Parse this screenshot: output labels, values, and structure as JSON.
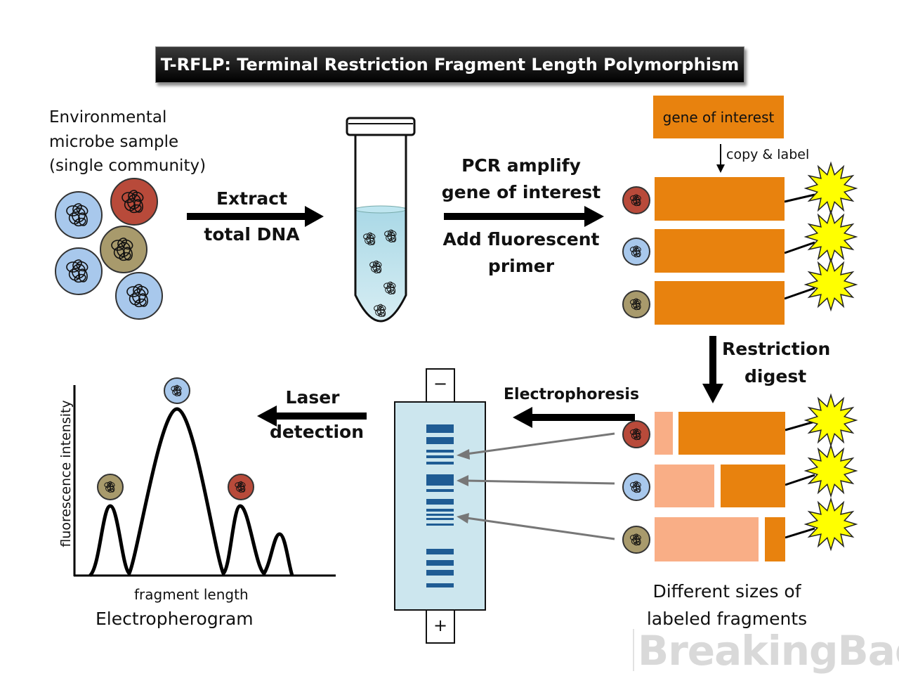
{
  "title": "T-RFLP: Terminal Restriction Fragment Length Polymorphism",
  "sample": {
    "line1": "Environmental",
    "line2": "microbe sample",
    "line3": "(single community)"
  },
  "extract": {
    "line1": "Extract",
    "line2": "total DNA"
  },
  "pcr": {
    "line1": "PCR amplify",
    "line2": "gene of interest",
    "line3": "Add fluorescent",
    "line4": "primer"
  },
  "gene": {
    "label": "gene of interest",
    "copy": "copy & label"
  },
  "restriction": {
    "line1": "Restriction",
    "line2": "digest"
  },
  "electrophoresis": "Electrophoresis",
  "gel": {
    "minus": "−",
    "plus": "+"
  },
  "laser": {
    "line1": "Laser",
    "line2": "detection"
  },
  "graph": {
    "ylabel": "fluorescence intensity",
    "xlabel": "fragment length",
    "caption": "Electropherogram"
  },
  "fragments": {
    "line1": "Different sizes of",
    "line2": "labeled fragments"
  },
  "watermark": "BreakingBad",
  "colors": {
    "blue": "#a8c8ec",
    "red": "#b84a3a",
    "olive": "#a89a6c",
    "orange": "#e8820e",
    "peach": "#f9ae86",
    "gelBlue": "#1f5c94",
    "gelBg": "#cce6ee",
    "star": "#ffff00"
  }
}
